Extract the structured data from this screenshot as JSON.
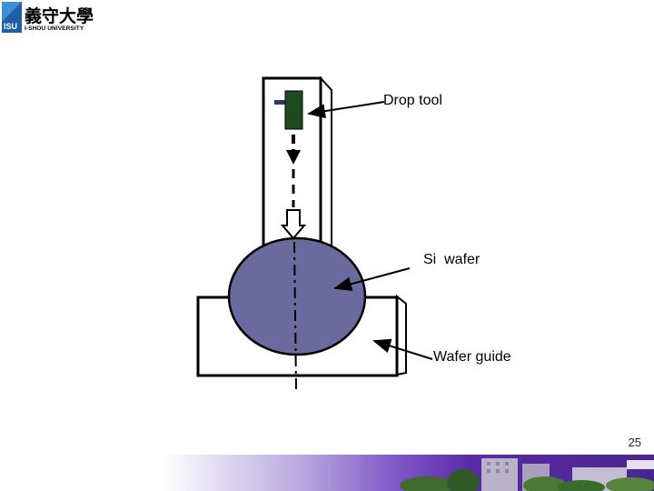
{
  "logo": {
    "mark_text": "ISU",
    "chinese_name": "義守大學",
    "english_name": "I-SHOU UNIVERSITY"
  },
  "labels": {
    "drop_tool": "Drop tool",
    "si_wafer": "Si  wafer",
    "wafer_guide": "Wafer guide"
  },
  "page_number": "25",
  "colors": {
    "wafer_fill": "#6a6a9f",
    "tool_green": "#1e4a22",
    "tool_handle": "#2a3d6a",
    "footer_purple": "#5a2aa6"
  }
}
